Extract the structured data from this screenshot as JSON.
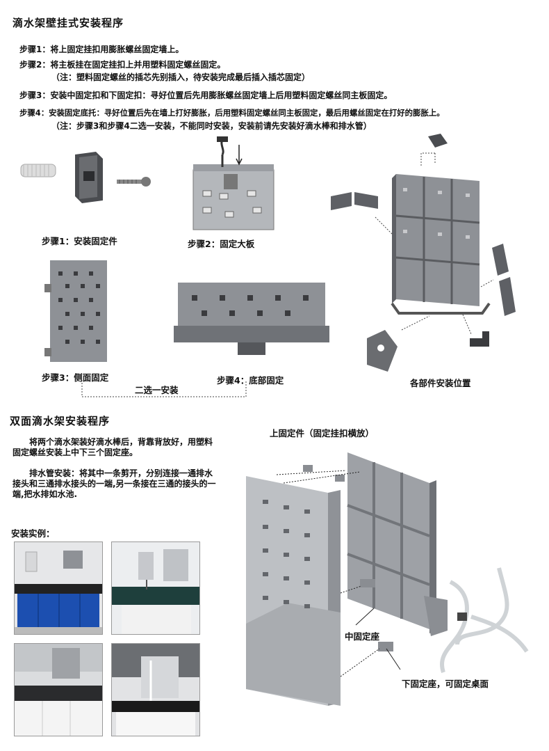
{
  "section1": {
    "title": "滴水架壁挂式安装程序",
    "steps": [
      "步骤1：将上固定挂扣用膨胀螺丝固定墙上。",
      "步骤2：将主板挂在固定挂扣上并用塑料固定螺丝固定。",
      "（注：塑料固定螺丝的插芯先别插入，待安装完成最后插入插芯固定）",
      "步骤3：安装中固定扣和下固定扣：寻好位置后先用膨胀螺丝固定墙上后用塑料固定螺丝同主板固定。",
      "步骤4：安装固定底托：寻好位置后先在墙上打好膨胀，后用塑料固定螺丝同主板固定，最后用螺丝固定在打好的膨胀上。",
      "（注：步骤3和步骤4二选一安装，不能同时安装，安装前请先安装好滴水棒和排水管）"
    ],
    "captions": {
      "step1": "步骤1：安装固定件",
      "step2": "步骤2：固定大板",
      "step3": "步骤3：侧面固定",
      "step4": "步骤4：底部固定",
      "choose": "二选一安装",
      "positions": "各部件安装位置"
    }
  },
  "section2": {
    "title": "双面滴水架安装程序",
    "para1": "将两个滴水架装好滴水棒后，背靠背放好，用塑料固定螺丝安装上中下三个固定座。",
    "para2": "排水管安装：将其中一条剪开，分别连接一通排水接头和三通排水接头的一端,另一条接在三通的接头的一端,把水排如水池.",
    "examples_title": "安装实例：",
    "labels": {
      "upper": "上固定件（固定挂扣横放）",
      "middle": "中固定座",
      "lower": "下固定座，可固定桌面"
    }
  },
  "colors": {
    "panel": "#8d9096",
    "panel_dark": "#5f6166",
    "panel_light": "#c4c6ca",
    "cabinet_blue": "#1c4fb0"
  }
}
